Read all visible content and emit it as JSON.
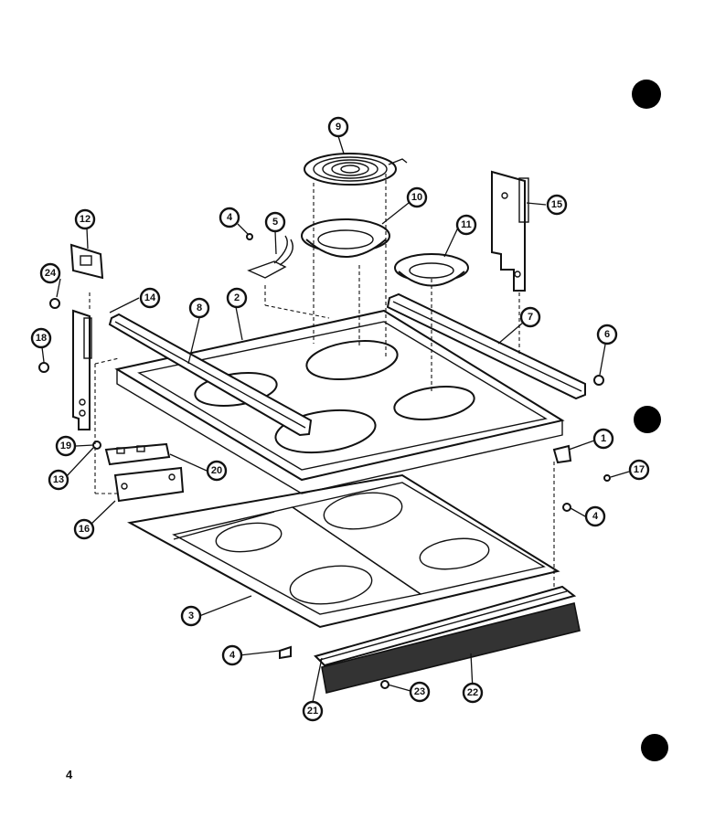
{
  "page_number": "4",
  "callouts": [
    "1",
    "2",
    "3",
    "4",
    "5",
    "6",
    "7",
    "8",
    "9",
    "10",
    "11",
    "12",
    "13",
    "14",
    "15",
    "16",
    "17",
    "18",
    "19",
    "20",
    "21",
    "22",
    "23",
    "24"
  ],
  "hole_punch_color": "#000000",
  "line_color": "#111111"
}
